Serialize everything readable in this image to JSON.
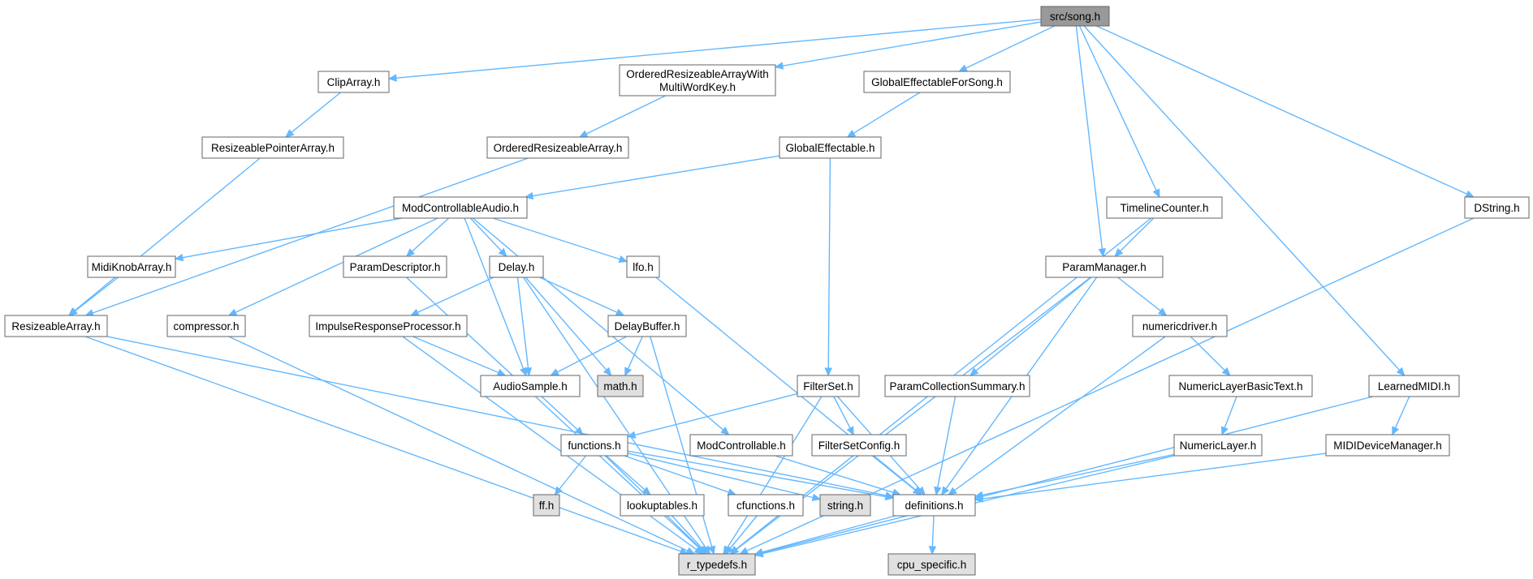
{
  "diagram": {
    "colors": {
      "edge": "#63b8ff",
      "node_fill": "#ffffff",
      "node_border": "#666666",
      "root_fill": "#999999",
      "system_fill": "#e0e0e0",
      "system_border": "#999999",
      "text": "#000000"
    },
    "nodes": [
      {
        "id": "song",
        "label": "src/song.h",
        "kind": "root"
      },
      {
        "id": "cliparr",
        "label": "ClipArray.h",
        "kind": "file"
      },
      {
        "id": "orarmwk",
        "label": "OrderedResizeableArrayWith MultiWordKey.h",
        "kind": "file"
      },
      {
        "id": "gefs",
        "label": "GlobalEffectableForSong.h",
        "kind": "file"
      },
      {
        "id": "rpa",
        "label": "ResizeablePointerArray.h",
        "kind": "file"
      },
      {
        "id": "ora",
        "label": "OrderedResizeableArray.h",
        "kind": "file"
      },
      {
        "id": "ge",
        "label": "GlobalEffectable.h",
        "kind": "file"
      },
      {
        "id": "mca",
        "label": "ModControllableAudio.h",
        "kind": "file"
      },
      {
        "id": "tc",
        "label": "TimelineCounter.h",
        "kind": "file"
      },
      {
        "id": "dstr",
        "label": "DString.h",
        "kind": "file"
      },
      {
        "id": "mka",
        "label": "MidiKnobArray.h",
        "kind": "file"
      },
      {
        "id": "pd",
        "label": "ParamDescriptor.h",
        "kind": "file"
      },
      {
        "id": "delay",
        "label": "Delay.h",
        "kind": "file"
      },
      {
        "id": "lfo",
        "label": "lfo.h",
        "kind": "file"
      },
      {
        "id": "pm",
        "label": "ParamManager.h",
        "kind": "file"
      },
      {
        "id": "ra",
        "label": "ResizeableArray.h",
        "kind": "file"
      },
      {
        "id": "comp",
        "label": "compressor.h",
        "kind": "file"
      },
      {
        "id": "irp",
        "label": "ImpulseResponseProcessor.h",
        "kind": "file"
      },
      {
        "id": "db",
        "label": "DelayBuffer.h",
        "kind": "file"
      },
      {
        "id": "nd",
        "label": "numericdriver.h",
        "kind": "file"
      },
      {
        "id": "as",
        "label": "AudioSample.h",
        "kind": "file"
      },
      {
        "id": "math",
        "label": "math.h",
        "kind": "system"
      },
      {
        "id": "fs",
        "label": "FilterSet.h",
        "kind": "file"
      },
      {
        "id": "pcs",
        "label": "ParamCollectionSummary.h",
        "kind": "file"
      },
      {
        "id": "nlbt",
        "label": "NumericLayerBasicText.h",
        "kind": "file"
      },
      {
        "id": "lm",
        "label": "LearnedMIDI.h",
        "kind": "file"
      },
      {
        "id": "func",
        "label": "functions.h",
        "kind": "file"
      },
      {
        "id": "mc",
        "label": "ModControllable.h",
        "kind": "file"
      },
      {
        "id": "fsc",
        "label": "FilterSetConfig.h",
        "kind": "file"
      },
      {
        "id": "nl",
        "label": "NumericLayer.h",
        "kind": "file"
      },
      {
        "id": "mdm",
        "label": "MIDIDeviceManager.h",
        "kind": "file"
      },
      {
        "id": "ff",
        "label": "ff.h",
        "kind": "system"
      },
      {
        "id": "lut",
        "label": "lookuptables.h",
        "kind": "file"
      },
      {
        "id": "cfunc",
        "label": "cfunctions.h",
        "kind": "file"
      },
      {
        "id": "str",
        "label": "string.h",
        "kind": "system"
      },
      {
        "id": "defs",
        "label": "definitions.h",
        "kind": "file"
      },
      {
        "id": "rt",
        "label": "r_typedefs.h",
        "kind": "system"
      },
      {
        "id": "cpu",
        "label": "cpu_specific.h",
        "kind": "system"
      }
    ],
    "edges": [
      [
        "song",
        "cliparr"
      ],
      [
        "song",
        "orarmwk"
      ],
      [
        "song",
        "gefs"
      ],
      [
        "song",
        "pm"
      ],
      [
        "song",
        "tc"
      ],
      [
        "song",
        "lm"
      ],
      [
        "song",
        "dstr"
      ],
      [
        "cliparr",
        "rpa"
      ],
      [
        "rpa",
        "ra"
      ],
      [
        "orarmwk",
        "ora"
      ],
      [
        "ora",
        "ra"
      ],
      [
        "gefs",
        "ge"
      ],
      [
        "ge",
        "mca"
      ],
      [
        "ge",
        "fs"
      ],
      [
        "mca",
        "mka"
      ],
      [
        "mca",
        "pd"
      ],
      [
        "mca",
        "delay"
      ],
      [
        "mca",
        "lfo"
      ],
      [
        "mca",
        "as"
      ],
      [
        "mca",
        "comp"
      ],
      [
        "mca",
        "mc"
      ],
      [
        "mka",
        "ra"
      ],
      [
        "ra",
        "rt"
      ],
      [
        "ra",
        "defs"
      ],
      [
        "comp",
        "rt"
      ],
      [
        "pd",
        "rt"
      ],
      [
        "delay",
        "irp"
      ],
      [
        "delay",
        "db"
      ],
      [
        "delay",
        "as"
      ],
      [
        "delay",
        "math"
      ],
      [
        "delay",
        "rt"
      ],
      [
        "irp",
        "as"
      ],
      [
        "irp",
        "rt"
      ],
      [
        "db",
        "as"
      ],
      [
        "db",
        "math"
      ],
      [
        "db",
        "rt"
      ],
      [
        "lfo",
        "defs"
      ],
      [
        "as",
        "func"
      ],
      [
        "func",
        "ff"
      ],
      [
        "func",
        "lut"
      ],
      [
        "func",
        "cfunc"
      ],
      [
        "func",
        "str"
      ],
      [
        "func",
        "defs"
      ],
      [
        "func",
        "rt"
      ],
      [
        "lut",
        "rt"
      ],
      [
        "cfunc",
        "rt"
      ],
      [
        "mc",
        "defs"
      ],
      [
        "fs",
        "func"
      ],
      [
        "fs",
        "fsc"
      ],
      [
        "fs",
        "defs"
      ],
      [
        "fs",
        "rt"
      ],
      [
        "fsc",
        "defs"
      ],
      [
        "defs",
        "rt"
      ],
      [
        "defs",
        "cpu"
      ],
      [
        "tc",
        "pm"
      ],
      [
        "tc",
        "rt"
      ],
      [
        "pm",
        "pcs"
      ],
      [
        "pm",
        "nd"
      ],
      [
        "pm",
        "defs"
      ],
      [
        "pm",
        "rt"
      ],
      [
        "pcs",
        "defs"
      ],
      [
        "nd",
        "nlbt"
      ],
      [
        "nd",
        "defs"
      ],
      [
        "nlbt",
        "nl"
      ],
      [
        "nl",
        "defs"
      ],
      [
        "nl",
        "rt"
      ],
      [
        "lm",
        "mdm"
      ],
      [
        "lm",
        "rt"
      ],
      [
        "mdm",
        "defs"
      ],
      [
        "dstr",
        "rt"
      ]
    ]
  }
}
